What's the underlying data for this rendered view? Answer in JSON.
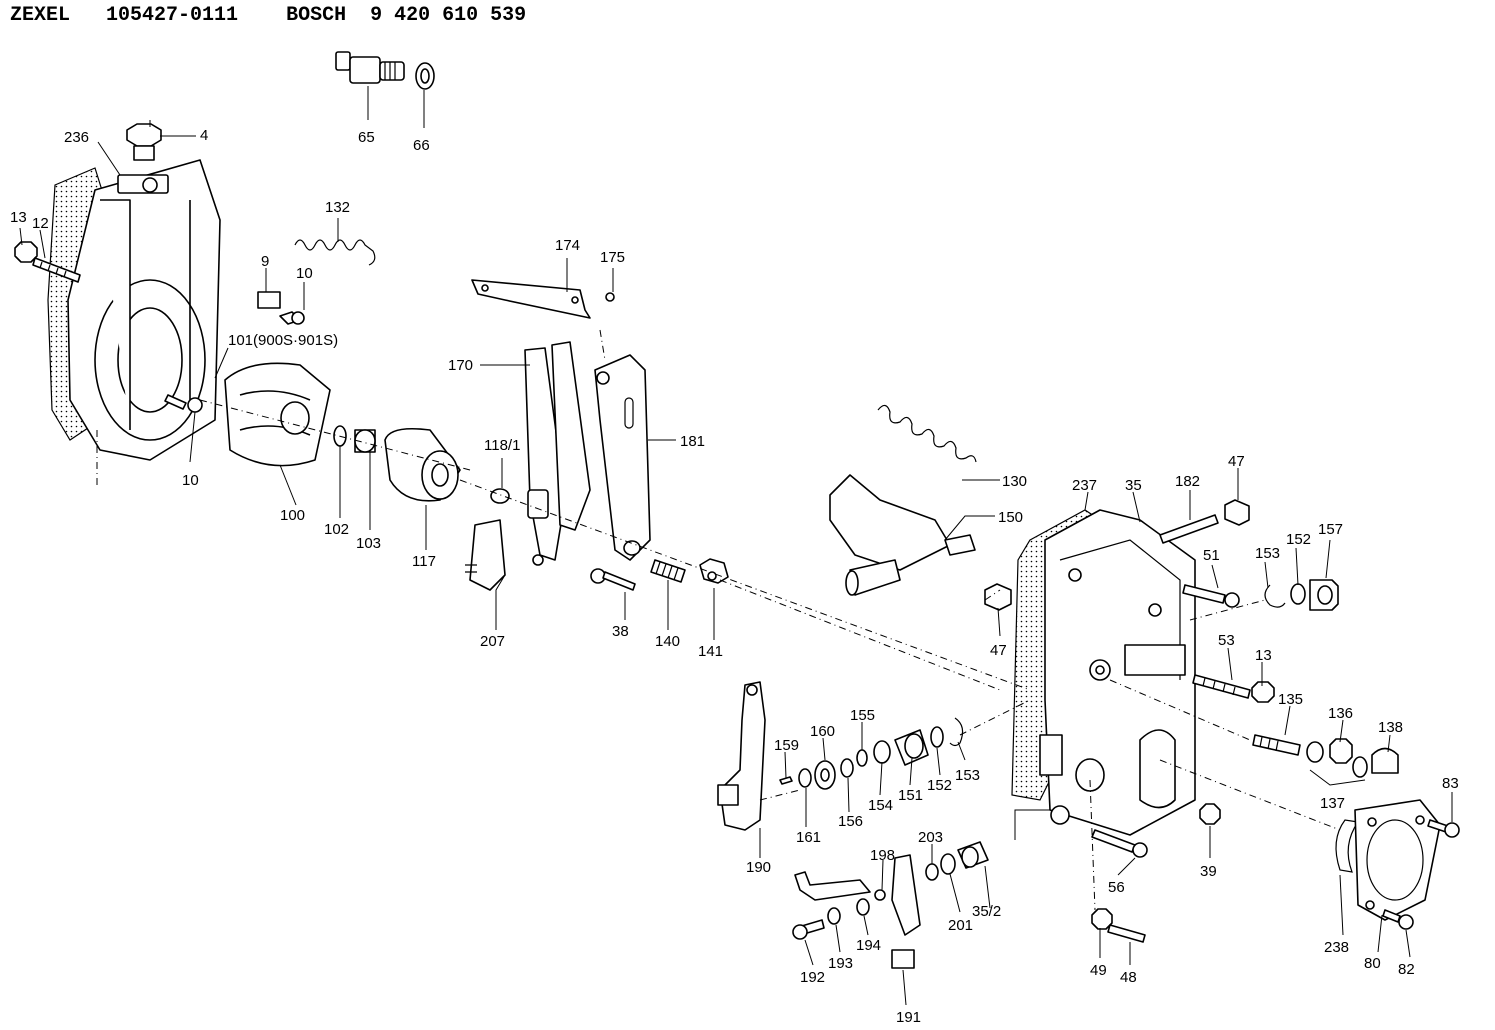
{
  "header": {
    "brand1": "ZEXEL",
    "partno1": "105427-0111",
    "brand2": "BOSCH",
    "partno2": "9 420 610 539"
  },
  "callouts": [
    "236",
    "4",
    "13",
    "12",
    "132",
    "9",
    "10",
    "10",
    "101(900S·901S)",
    "65",
    "66",
    "174",
    "175",
    "170",
    "181",
    "118/1",
    "100",
    "102",
    "103",
    "117",
    "207",
    "38",
    "140",
    "141",
    "130",
    "150",
    "237",
    "35",
    "182",
    "47",
    "51",
    "153",
    "152",
    "157",
    "47",
    "53",
    "13",
    "135",
    "136",
    "138",
    "137",
    "83",
    "190",
    "159",
    "160",
    "155",
    "161",
    "156",
    "154",
    "151",
    "152",
    "153",
    "203",
    "198",
    "201",
    "35/2",
    "192",
    "193",
    "194",
    "191",
    "56",
    "39",
    "49",
    "48",
    "238",
    "80",
    "82"
  ]
}
